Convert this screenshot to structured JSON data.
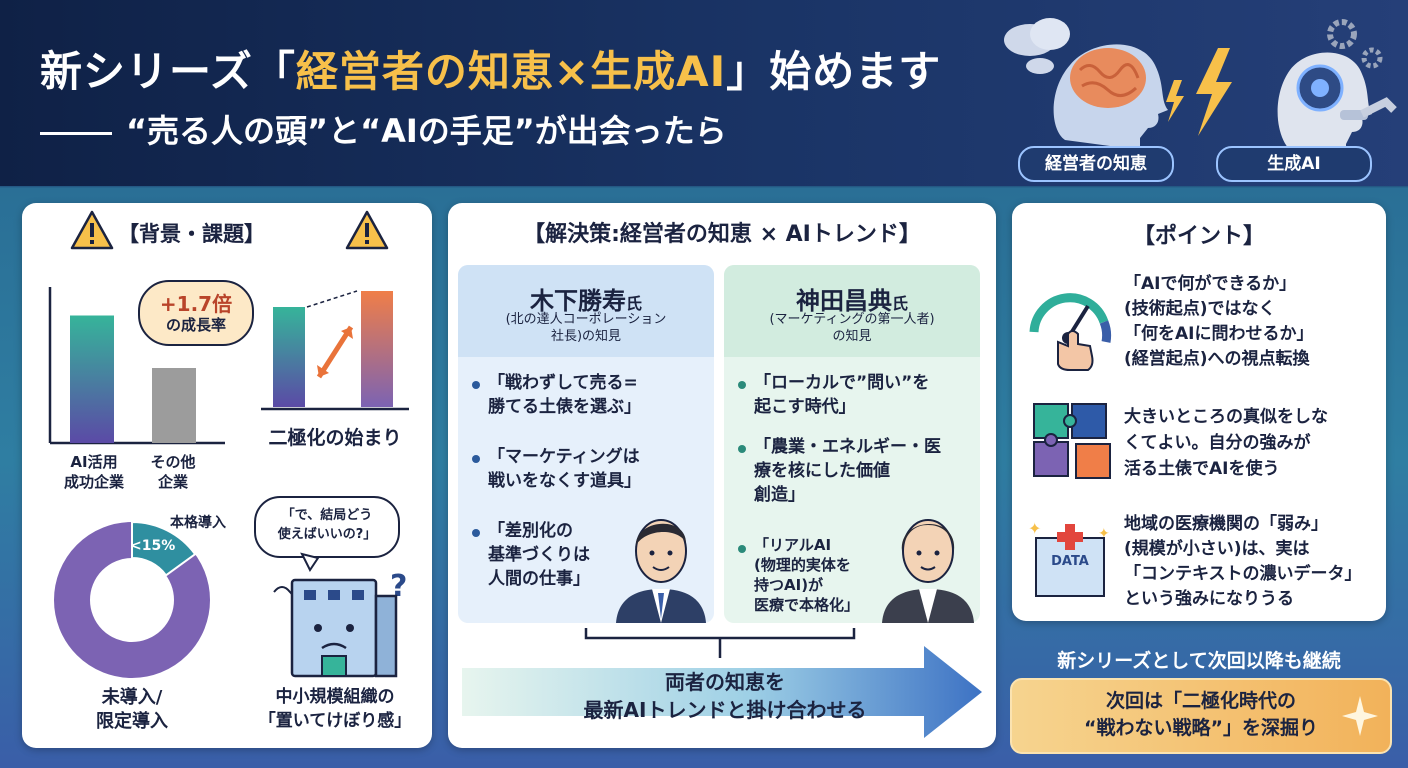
{
  "header": {
    "title_pre": "新シリーズ「",
    "title_highlight": "経営者の知恵×生成AI",
    "title_post": "」始めます",
    "subtitle": "“売る人の頭”と“AIの手足”が出会ったら",
    "pill_left": "経営者の知恵",
    "pill_right": "生成AI"
  },
  "left_panel": {
    "title": "【背景・課題】",
    "growth_badge_top": "+1.7倍",
    "growth_badge_bottom": "の成長率",
    "bar_label_1": "AI活用\n成功企業",
    "bar_label_2": "その他\n企業",
    "bars": [
      {
        "value": 1.7
      },
      {
        "value": 1.0
      }
    ],
    "polarization_label": "二極化の始まり",
    "donut_label_top": "本格導入",
    "donut_percent": "<15%",
    "donut_fraction": 0.15,
    "donut_label_bottom": "未導入/\n限定導入",
    "speech": "「で、結局どう\n使えばいいの?」",
    "sme_label": "中小規模組織の\n「置いてけぼり感」"
  },
  "mid_panel": {
    "title": "【解決策:経営者の知恵 × AIトレンド】",
    "left": {
      "name": "木下勝寿",
      "suffix": "氏",
      "role": "(北の達人コーポレーション\n社長)の知見",
      "bullets": [
        "「戦わずして売る=\n勝てる土俵を選ぶ」",
        "「マーケティングは\n戦いをなくす道具」",
        "「差別化の\n基準づくりは\n人間の仕事」"
      ]
    },
    "right": {
      "name": "神田昌典",
      "suffix": "氏",
      "role": "(マーケティングの第一人者)\nの知見",
      "bullets": [
        "「ローカルで”問い”を\n起こす時代」",
        "「農業・エネルギー・医\n療を核にした価値\n創造」",
        "「リアルAI\n(物理的実体を\n持つAI)が\n医療で本格化」"
      ]
    },
    "arrow_text": "両者の知恵を\n最新AIトレンドと掛け合わせる"
  },
  "right_panel": {
    "title": "【ポイント】",
    "points": [
      "「AIで何ができるか」\n(技術起点)ではなく\n「何をAIに問わせるか」\n(経営起点)への視点転換",
      "大きいところの真似をしな\nくてよい。自分の強みが\n活る土俵でAIを使う",
      "地域の医療機関の「弱み」\n(規模が小さい)は、実は\n「コンテキストの濃いデータ」\nという強みになりうる"
    ],
    "data_sign": "DATA"
  },
  "footer": {
    "continue_label": "新シリーズとして次回以降も継続",
    "next_text": "次回は「二極化時代の\n“戦わない戦略”」を深掘り"
  },
  "colors": {
    "accent_yellow": "#f7c04a",
    "navy": "#15284f",
    "orange": "#e9733a",
    "teal": "#2fae9a",
    "purple": "#7c63b3"
  }
}
